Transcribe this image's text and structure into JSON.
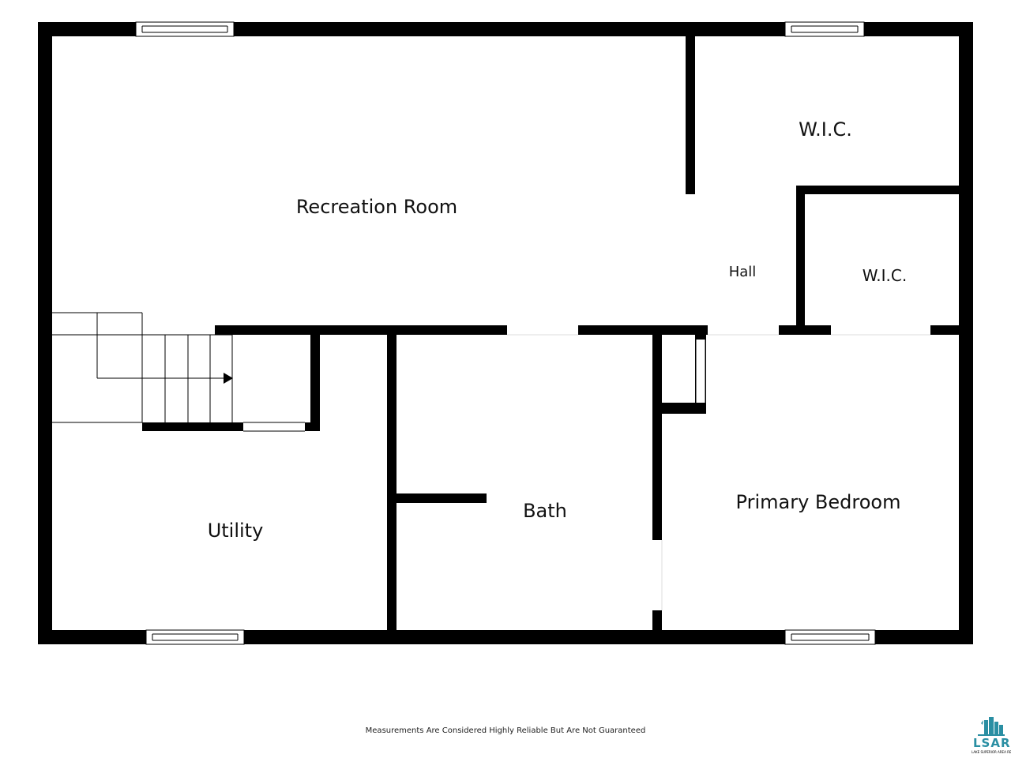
{
  "rooms": {
    "recreation_room": "Recreation Room",
    "wic_upper": "W.I.C.",
    "hall": "Hall",
    "wic_lower": "W.I.C.",
    "utility": "Utility",
    "bath": "Bath",
    "primary_bedroom": "Primary Bedroom"
  },
  "footer": {
    "disclaimer": "Measurements Are Considered Highly Reliable But Are Not Guaranteed"
  },
  "logo": {
    "name": "LSAR",
    "tagline": "LAKE SUPERIOR AREA REALTORS, INC.",
    "color": "#2a8fa3"
  },
  "colors": {
    "wall": "#000000",
    "background": "#ffffff"
  }
}
